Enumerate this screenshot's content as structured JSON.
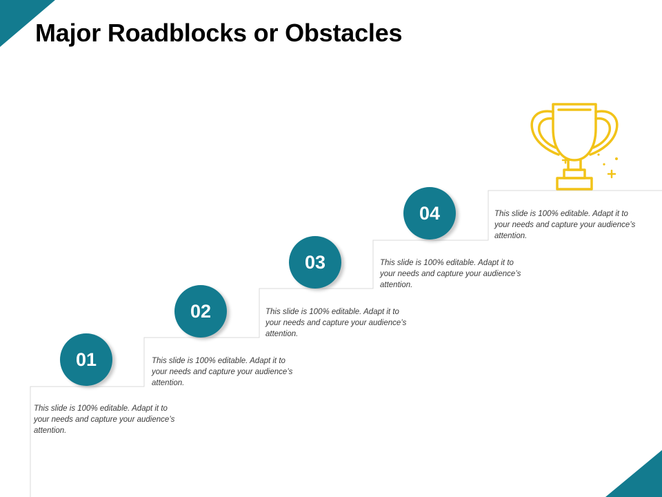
{
  "title": "Major Roadblocks or Obstacles",
  "colors": {
    "accent": "#137b8f",
    "trophy": "#f2c319",
    "step_line": "#d9d9d9"
  },
  "steps": [
    {
      "number": "01",
      "text": "This slide is 100% editable. Adapt it to your needs and capture your audience’s attention."
    },
    {
      "number": "02",
      "text": "This slide is 100% editable. Adapt it to your needs and capture your audience’s attention."
    },
    {
      "number": "03",
      "text": "This slide is 100% editable. Adapt it to your needs and capture your audience’s attention."
    },
    {
      "number": "04",
      "text": "This slide is 100% editable. Adapt it to your needs and capture your audience’s attention."
    }
  ],
  "icons": {
    "goal": "trophy-icon"
  }
}
